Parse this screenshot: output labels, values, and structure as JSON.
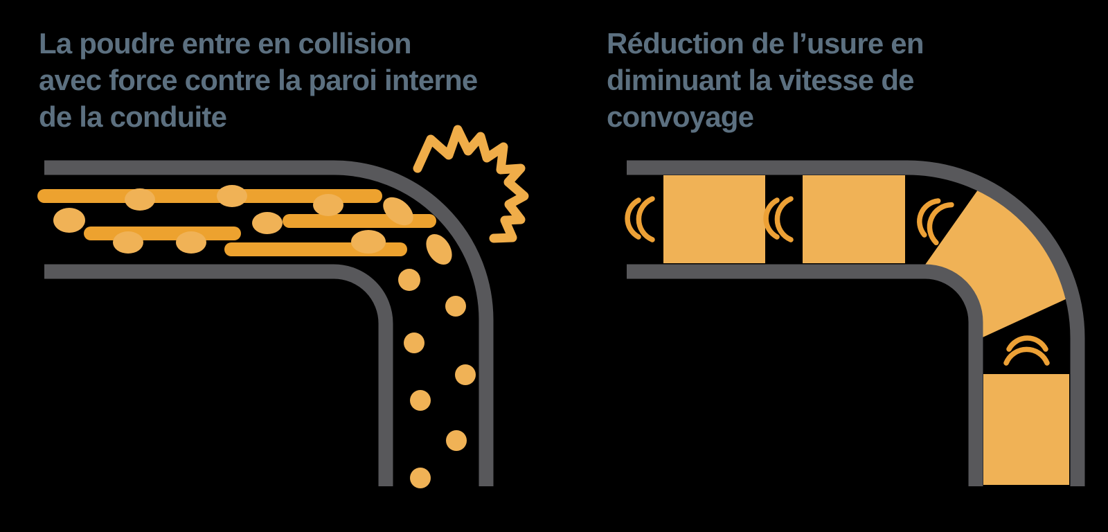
{
  "background": "#000000",
  "colors": {
    "pipe_wall": "#58585B",
    "powder_streak": "#EDA22F",
    "powder_light": "#F0B256",
    "starburst": "#F0AD49",
    "vibration_mark": "#EDA136",
    "caption_text": "#5C7080"
  },
  "left_panel": {
    "caption": "La poudre entre en collision avec force contre la paroi interne de la conduite",
    "caption_lines": [
      "La poudre entre en collision",
      "avec force contre la paroi interne",
      "de la conduite"
    ]
  },
  "right_panel": {
    "caption": "Réduction de l’usure en diminuant la vitesse de convoyage",
    "caption_lines": [
      "Réduction de l’usure en",
      "diminuant la vitesse de",
      "convoyage"
    ]
  }
}
